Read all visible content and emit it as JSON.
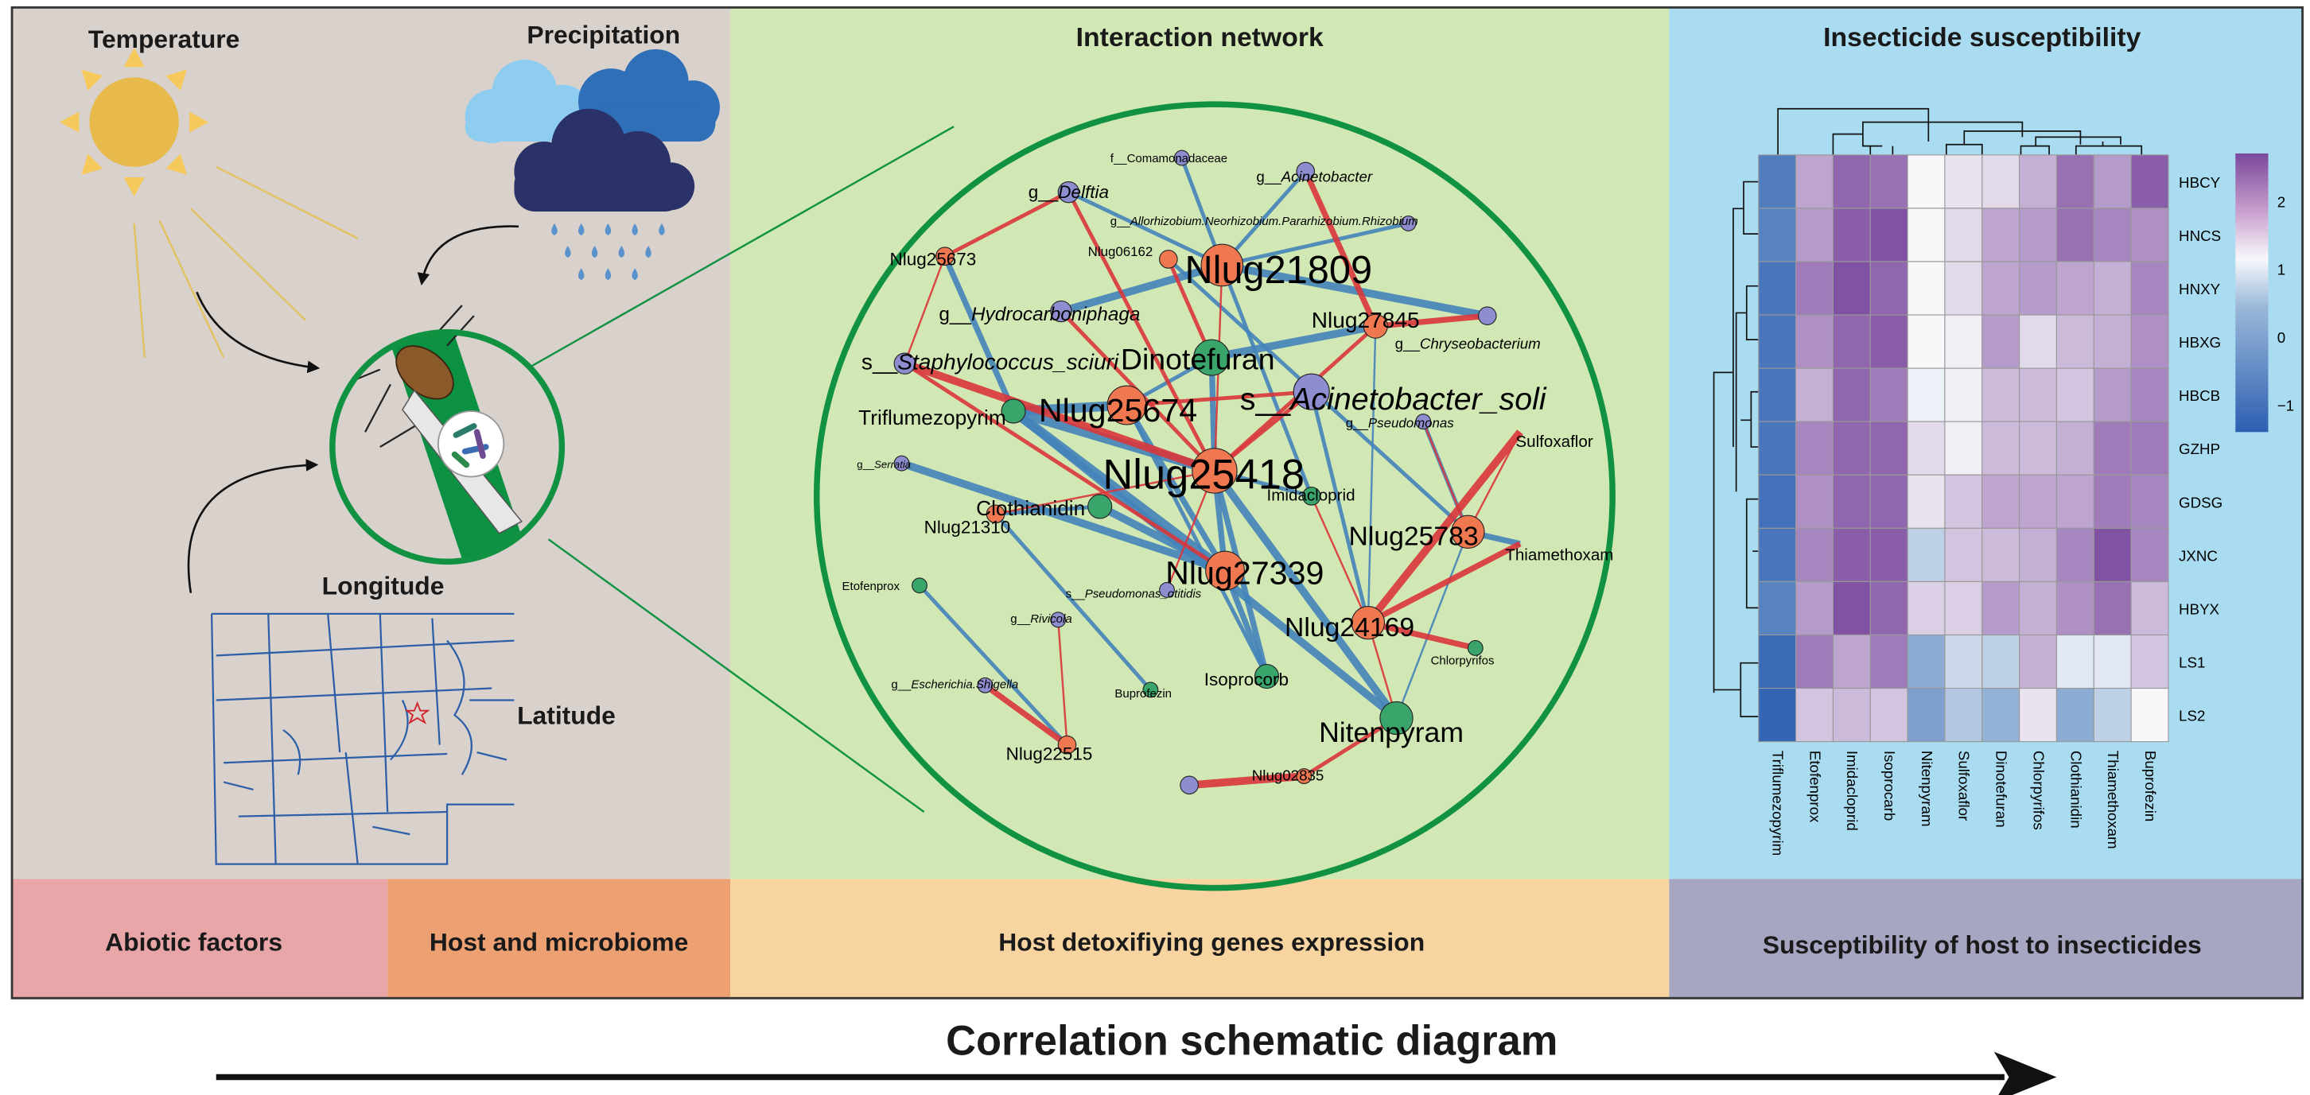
{
  "titles": {
    "temperature": "Temperature",
    "precipitation": "Precipitation",
    "longitude": "Longitude",
    "latitude": "Latitude",
    "network": "Interaction network",
    "susceptibility": "Insecticide susceptibility",
    "footer": "Correlation schematic diagram"
  },
  "categories": [
    {
      "label": "Abiotic factors",
      "color": "#e8a6a8"
    },
    {
      "label": "Host and microbiome",
      "color": "#eda172"
    },
    {
      "label": "Host detoxifiying genes expression",
      "color": "#f8d4a0"
    },
    {
      "label": "Susceptibility of host to insecticides",
      "color": "#a6a6c2"
    }
  ],
  "colors": {
    "panel_abiotic": "#d8d1cc",
    "panel_network": "#d2e8b4",
    "panel_heatmap": "#a9dcf1",
    "gene_node": "#f07850",
    "insecticide_node": "#3aa56b",
    "microbe_node": "#8d8dcf",
    "positive_edge": "#d9363b",
    "negative_edge": "#4483ba",
    "circle": "#119243"
  },
  "network": {
    "nodes": [
      {
        "prefix": "",
        "name": "Nlug21809",
        "kind": "gene"
      },
      {
        "prefix": "",
        "name": "Nlug25674",
        "kind": "gene"
      },
      {
        "prefix": "",
        "name": "Nlug25418",
        "kind": "gene"
      },
      {
        "prefix": "",
        "name": "Nlug27339",
        "kind": "gene"
      },
      {
        "prefix": "",
        "name": "Nlug25783",
        "kind": "gene"
      },
      {
        "prefix": "",
        "name": "Nlug24169",
        "kind": "gene"
      },
      {
        "prefix": "",
        "name": "Nlug27845",
        "kind": "gene"
      },
      {
        "prefix": "",
        "name": "Nlug25673",
        "kind": "gene"
      },
      {
        "prefix": "",
        "name": "Nlug06162",
        "kind": "gene"
      },
      {
        "prefix": "",
        "name": "Nlug21310",
        "kind": "gene"
      },
      {
        "prefix": "",
        "name": "Nlug22515",
        "kind": "gene"
      },
      {
        "prefix": "",
        "name": "Nlug02835",
        "kind": "gene"
      },
      {
        "prefix": "",
        "name": "Dinotefuran",
        "kind": "insecticide"
      },
      {
        "prefix": "",
        "name": "Triflumezopyrim",
        "kind": "insecticide"
      },
      {
        "prefix": "",
        "name": "Clothianidin",
        "kind": "insecticide"
      },
      {
        "prefix": "",
        "name": "Imidacloprid",
        "kind": "insecticide"
      },
      {
        "prefix": "",
        "name": "Isoprocorb",
        "kind": "insecticide"
      },
      {
        "prefix": "",
        "name": "Nitenpyram",
        "kind": "insecticide"
      },
      {
        "prefix": "",
        "name": "Etofenprox",
        "kind": "insecticide"
      },
      {
        "prefix": "",
        "name": "Buprofezin",
        "kind": "insecticide"
      },
      {
        "prefix": "",
        "name": "Chlorpyrifos",
        "kind": "insecticide"
      },
      {
        "prefix": "",
        "name": "Sulfoxaflor",
        "kind": "insecticide"
      },
      {
        "prefix": "",
        "name": "Thiamethoxam",
        "kind": "insecticide"
      },
      {
        "prefix": "f__Comamonadaceae",
        "name": "",
        "kind": "microbe"
      },
      {
        "prefix": "g__",
        "name": "Acinetobacter",
        "kind": "microbe"
      },
      {
        "prefix": "g__",
        "name": "Delftia",
        "kind": "microbe"
      },
      {
        "prefix": "g__",
        "name": "Allorhizobium.Neorhizobium.Pararhizobium.Rhizobium",
        "kind": "microbe"
      },
      {
        "prefix": "g__",
        "name": "Hydrocarboniphaga",
        "kind": "microbe"
      },
      {
        "prefix": "g__",
        "name": "Chryseobacterium",
        "kind": "microbe"
      },
      {
        "prefix": "s__",
        "name": "Staphylococcus_sciuri",
        "kind": "microbe"
      },
      {
        "prefix": "s__",
        "name": "Acinetobacter_soli",
        "kind": "microbe"
      },
      {
        "prefix": "g__",
        "name": "Pseudomonas",
        "kind": "microbe"
      },
      {
        "prefix": "g__",
        "name": "Serratia",
        "kind": "microbe"
      },
      {
        "prefix": "s__",
        "name": "Pseudomonas_otitidis",
        "kind": "microbe"
      },
      {
        "prefix": "g__",
        "name": "Rivicola",
        "kind": "microbe"
      },
      {
        "prefix": "g__",
        "name": "Escherichia.Shigella",
        "kind": "microbe"
      },
      {
        "prefix": "",
        "name": "",
        "kind": "microbe"
      }
    ],
    "edges": [
      [
        23,
        0,
        "neg",
        2
      ],
      [
        24,
        0,
        "neg",
        2
      ],
      [
        25,
        0,
        "neg",
        2
      ],
      [
        26,
        0,
        "neg",
        2
      ],
      [
        27,
        0,
        "neg",
        4
      ],
      [
        0,
        28,
        "neg",
        4
      ],
      [
        7,
        13,
        "neg",
        3
      ],
      [
        12,
        6,
        "neg",
        4
      ],
      [
        12,
        1,
        "neg",
        2
      ],
      [
        12,
        2,
        "neg",
        3
      ],
      [
        13,
        1,
        "neg",
        5
      ],
      [
        13,
        2,
        "neg",
        5
      ],
      [
        13,
        3,
        "neg",
        5
      ],
      [
        13,
        17,
        "neg",
        4
      ],
      [
        1,
        3,
        "neg",
        3
      ],
      [
        2,
        3,
        "neg",
        3
      ],
      [
        2,
        16,
        "neg",
        3
      ],
      [
        3,
        16,
        "neg",
        3
      ],
      [
        1,
        16,
        "neg",
        2
      ],
      [
        32,
        3,
        "neg",
        4
      ],
      [
        9,
        14,
        "neg",
        2
      ],
      [
        9,
        19,
        "neg",
        2
      ],
      [
        14,
        3,
        "neg",
        4
      ],
      [
        2,
        17,
        "neg",
        4
      ],
      [
        18,
        10,
        "neg",
        2
      ],
      [
        8,
        4,
        "neg",
        2
      ],
      [
        31,
        4,
        "neg",
        2
      ],
      [
        30,
        5,
        "neg",
        2
      ],
      [
        6,
        5,
        "neg",
        1
      ],
      [
        4,
        22,
        "neg",
        3
      ],
      [
        4,
        17,
        "neg",
        1
      ],
      [
        15,
        2,
        "neg",
        2
      ],
      [
        0,
        15,
        "neg",
        2
      ],
      [
        25,
        7,
        "pos",
        2
      ],
      [
        25,
        2,
        "pos",
        2
      ],
      [
        24,
        6,
        "pos",
        3
      ],
      [
        6,
        28,
        "pos",
        3
      ],
      [
        8,
        12,
        "pos",
        2
      ],
      [
        0,
        2,
        "pos",
        1
      ],
      [
        7,
        29,
        "pos",
        1
      ],
      [
        29,
        2,
        "pos",
        4
      ],
      [
        29,
        3,
        "pos",
        2
      ],
      [
        27,
        2,
        "pos",
        2
      ],
      [
        1,
        30,
        "pos",
        2
      ],
      [
        30,
        2,
        "pos",
        2
      ],
      [
        6,
        2,
        "pos",
        2
      ],
      [
        4,
        21,
        "pos",
        1
      ],
      [
        5,
        21,
        "pos",
        4
      ],
      [
        5,
        22,
        "pos",
        3
      ],
      [
        5,
        20,
        "pos",
        3
      ],
      [
        5,
        17,
        "pos",
        1
      ],
      [
        15,
        5,
        "pos",
        1
      ],
      [
        31,
        4,
        "pos",
        1
      ],
      [
        34,
        10,
        "pos",
        1
      ],
      [
        35,
        10,
        "pos",
        3
      ],
      [
        17,
        11,
        "pos",
        2
      ],
      [
        11,
        36,
        "pos",
        4
      ],
      [
        9,
        2,
        "pos",
        1
      ],
      [
        33,
        2,
        "pos",
        1
      ]
    ]
  },
  "chart_data": {
    "type": "heatmap",
    "title": "Insecticide susceptibility",
    "rows": [
      "HBCY",
      "HNCS",
      "HNXY",
      "HBXG",
      "HBCB",
      "GZHP",
      "GDSG",
      "JXNC",
      "HBYX",
      "LS1",
      "LS2"
    ],
    "columns": [
      "Triflumezopyrim",
      "Etofenprox",
      "Imidacloprid",
      "Isoprocarb",
      "Nitenpyram",
      "Sulfoxaflor",
      "Dinotefuran",
      "Chlorpyrifos",
      "Clothianidin",
      "Thiamethoxam",
      "Buprofezin"
    ],
    "values": [
      [
        -1.0,
        1.6,
        2.2,
        2.1,
        0.8,
        1.0,
        1.1,
        1.5,
        2.1,
        1.7,
        2.3
      ],
      [
        -0.9,
        1.7,
        2.3,
        2.4,
        0.8,
        1.1,
        1.6,
        1.7,
        2.1,
        1.9,
        1.8
      ],
      [
        -1.1,
        2.0,
        2.4,
        2.2,
        0.8,
        1.1,
        1.6,
        1.7,
        1.6,
        1.5,
        1.9
      ],
      [
        -1.1,
        1.8,
        2.2,
        2.3,
        0.8,
        0.9,
        1.7,
        1.1,
        1.4,
        1.5,
        1.8
      ],
      [
        -1.1,
        1.5,
        2.2,
        2.0,
        0.7,
        0.9,
        1.4,
        1.4,
        1.3,
        1.7,
        1.9
      ],
      [
        -1.1,
        1.9,
        2.2,
        2.2,
        1.1,
        0.9,
        1.4,
        1.4,
        1.5,
        2.0,
        2.0
      ],
      [
        -1.2,
        1.8,
        2.2,
        2.2,
        1.0,
        1.3,
        1.6,
        1.6,
        1.6,
        2.0,
        1.9
      ],
      [
        -1.1,
        1.9,
        2.3,
        2.3,
        0.3,
        1.3,
        1.4,
        1.5,
        1.9,
        2.4,
        1.9
      ],
      [
        -0.9,
        1.7,
        2.4,
        2.2,
        1.2,
        1.2,
        1.7,
        1.5,
        1.8,
        2.1,
        1.4
      ],
      [
        -1.3,
        2.0,
        1.6,
        2.0,
        -0.2,
        0.4,
        0.3,
        1.5,
        0.6,
        0.6,
        1.3
      ],
      [
        -1.4,
        1.3,
        1.4,
        1.3,
        -0.4,
        0.2,
        -0.1,
        1.0,
        -0.2,
        0.3,
        0.8
      ]
    ],
    "colorbar_ticks": [
      "2",
      "1",
      "0",
      "−1"
    ],
    "colorbar_values": [
      2,
      1,
      0,
      -1
    ],
    "color_scale": {
      "low": "#2c5fb1",
      "mid": "#f8f8fb",
      "high": "#7a489d"
    },
    "row_dendrogram": true,
    "column_dendrogram": true
  }
}
